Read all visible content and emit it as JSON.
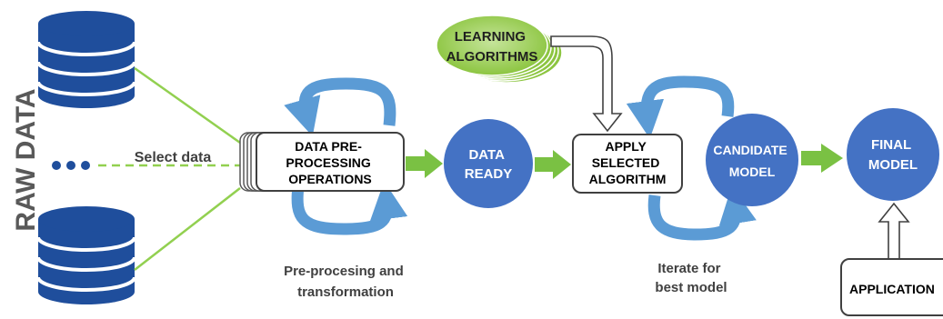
{
  "raw_data_label": "RAW DATA",
  "select_data_label": "Select data",
  "preprocessing": {
    "box_lines": [
      "DATA PRE-",
      "PROCESSING",
      "OPERATIONS"
    ],
    "caption_lines": [
      "Pre-procesing and",
      "transformation"
    ]
  },
  "data_ready_lines": [
    "DATA",
    "READY"
  ],
  "learning_algorithms_lines": [
    "LEARNING",
    "ALGORITHMS"
  ],
  "apply_algorithm_lines": [
    "APPLY",
    "SELECTED",
    "ALGORITHM"
  ],
  "candidate_model_lines": [
    "CANDIDATE",
    "MODEL"
  ],
  "iterate_caption_lines": [
    "Iterate for",
    "best model"
  ],
  "final_model_lines": [
    "FINAL",
    "MODEL"
  ],
  "application_label": "APPLICATION",
  "colors": {
    "db_blue": "#1f4e9c",
    "circle_blue": "#4472c4",
    "loop_blue": "#5b9bd5",
    "green_arrow": "#7ac143",
    "green_line": "#92d050",
    "learning_green": "#8dc63f",
    "dots_blue": "#1f4e9c"
  }
}
